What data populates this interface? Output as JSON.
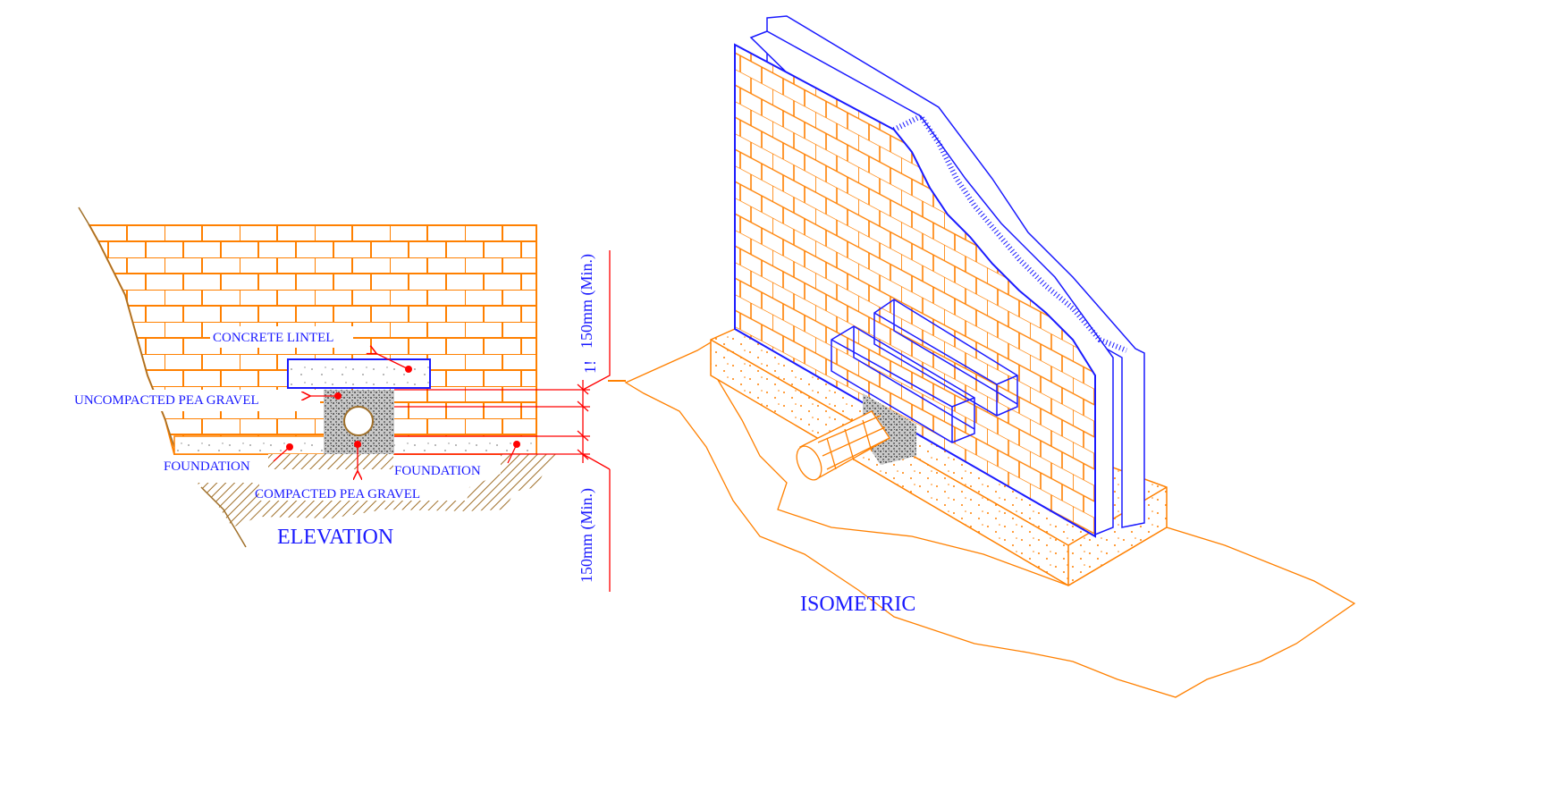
{
  "elevation": {
    "title": "ELEVATION",
    "labels": {
      "concrete_lintel": "CONCRETE LINTEL",
      "uncompacted_gravel": "UNCOMPACTED PEA GRAVEL",
      "foundation_left": "FOUNDATION",
      "foundation_right": "FOUNDATION",
      "compacted_gravel": "COMPACTED PEA GRAVEL"
    },
    "dimensions": {
      "upper": "150mm (Min.)",
      "lower": "150mm (Min.)",
      "truncated": "1!"
    }
  },
  "isometric": {
    "title": "ISOMETRIC"
  },
  "colors": {
    "brick": "#ff8000",
    "label": "#1a1aff",
    "leader": "#ff0000",
    "hatch": "#a0702a",
    "gravel": "#9a9a9a"
  }
}
